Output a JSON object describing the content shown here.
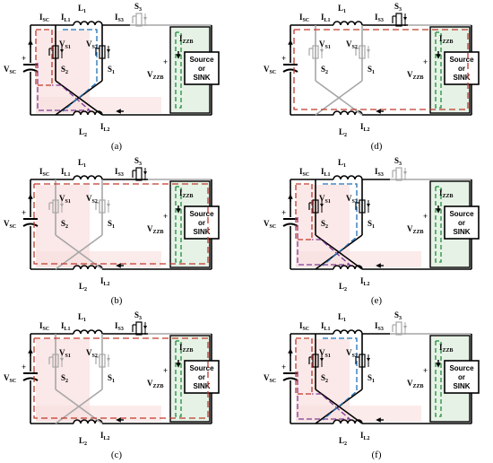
{
  "figure": {
    "panels": [
      {
        "id": "a",
        "caption": "(a)",
        "left_active": true,
        "s3_on": false,
        "loops": [
          {
            "kind": "left-top",
            "color": "#c0392b",
            "dash": "6 3"
          },
          {
            "kind": "left-bottom",
            "color": "#7d3c98",
            "dash": "6 3"
          },
          {
            "kind": "cross",
            "color": "#1f6fb5",
            "dash": "6 3"
          },
          {
            "kind": "right-small",
            "color": "#1e8c3a",
            "dash": "5 3"
          }
        ],
        "pink_fill": true
      },
      {
        "id": "d",
        "caption": "(d)",
        "left_active": false,
        "s3_on": true,
        "loops": [
          {
            "kind": "big",
            "color": "#c0392b",
            "dash": "7 4"
          },
          {
            "kind": "right-small",
            "color": "#1e8c3a",
            "dash": "5 3"
          }
        ],
        "pink_fill": false
      },
      {
        "id": "b",
        "caption": "(b)",
        "left_active": false,
        "s3_on": true,
        "loops": [
          {
            "kind": "big",
            "color": "#c0392b",
            "dash": "7 4"
          },
          {
            "kind": "right-small",
            "color": "#1e8c3a",
            "dash": "5 3"
          }
        ],
        "pink_fill": true
      },
      {
        "id": "e",
        "caption": "(e)",
        "left_active": true,
        "s3_on": false,
        "loops": [
          {
            "kind": "left-top",
            "color": "#c0392b",
            "dash": "6 3"
          },
          {
            "kind": "left-bottom",
            "color": "#7d3c98",
            "dash": "6 3"
          },
          {
            "kind": "cross",
            "color": "#1f6fb5",
            "dash": "6 3"
          },
          {
            "kind": "right-small",
            "color": "#1e8c3a",
            "dash": "5 3"
          }
        ],
        "pink_fill": true
      },
      {
        "id": "c",
        "caption": "(c)",
        "left_active": false,
        "s3_on": true,
        "loops": [
          {
            "kind": "big",
            "color": "#c0392b",
            "dash": "7 4"
          },
          {
            "kind": "right-small",
            "color": "#1e8c3a",
            "dash": "5 3"
          }
        ],
        "pink_fill": true
      },
      {
        "id": "f",
        "caption": "(f)",
        "left_active": true,
        "s3_on": false,
        "loops": [
          {
            "kind": "left-top",
            "color": "#c0392b",
            "dash": "6 3"
          },
          {
            "kind": "left-bottom",
            "color": "#7d3c98",
            "dash": "6 3"
          },
          {
            "kind": "cross",
            "color": "#1f6fb5",
            "dash": "6 3"
          },
          {
            "kind": "right-small",
            "color": "#1e8c3a",
            "dash": "5 3"
          }
        ],
        "pink_fill": true
      }
    ],
    "labels": {
      "isc": [
        "I",
        "SC"
      ],
      "il1": [
        "I",
        "L1"
      ],
      "l1": [
        "L",
        "1"
      ],
      "is3": [
        "I",
        "S3"
      ],
      "s3": [
        "S",
        "3"
      ],
      "vs1": [
        "V",
        "S1"
      ],
      "vs2": [
        "V",
        "S2"
      ],
      "s2": [
        "S",
        "2"
      ],
      "s1": [
        "S",
        "1"
      ],
      "vsc": [
        "V",
        "SC"
      ],
      "izzb": [
        "I",
        "ZZB"
      ],
      "vzzb": [
        "V",
        "ZZB"
      ],
      "l2": [
        "L",
        "2"
      ],
      "il2": [
        "I",
        "L2"
      ],
      "plus": "+",
      "box_line1": "Source",
      "box_line2": "or",
      "box_line3": "SINK"
    },
    "colors": {
      "wire": "#000000",
      "wire_inactive": "#a6a6a6",
      "box_fill": "#e6f2e6",
      "box_border": "#000000",
      "pink": "#f9dede"
    }
  }
}
